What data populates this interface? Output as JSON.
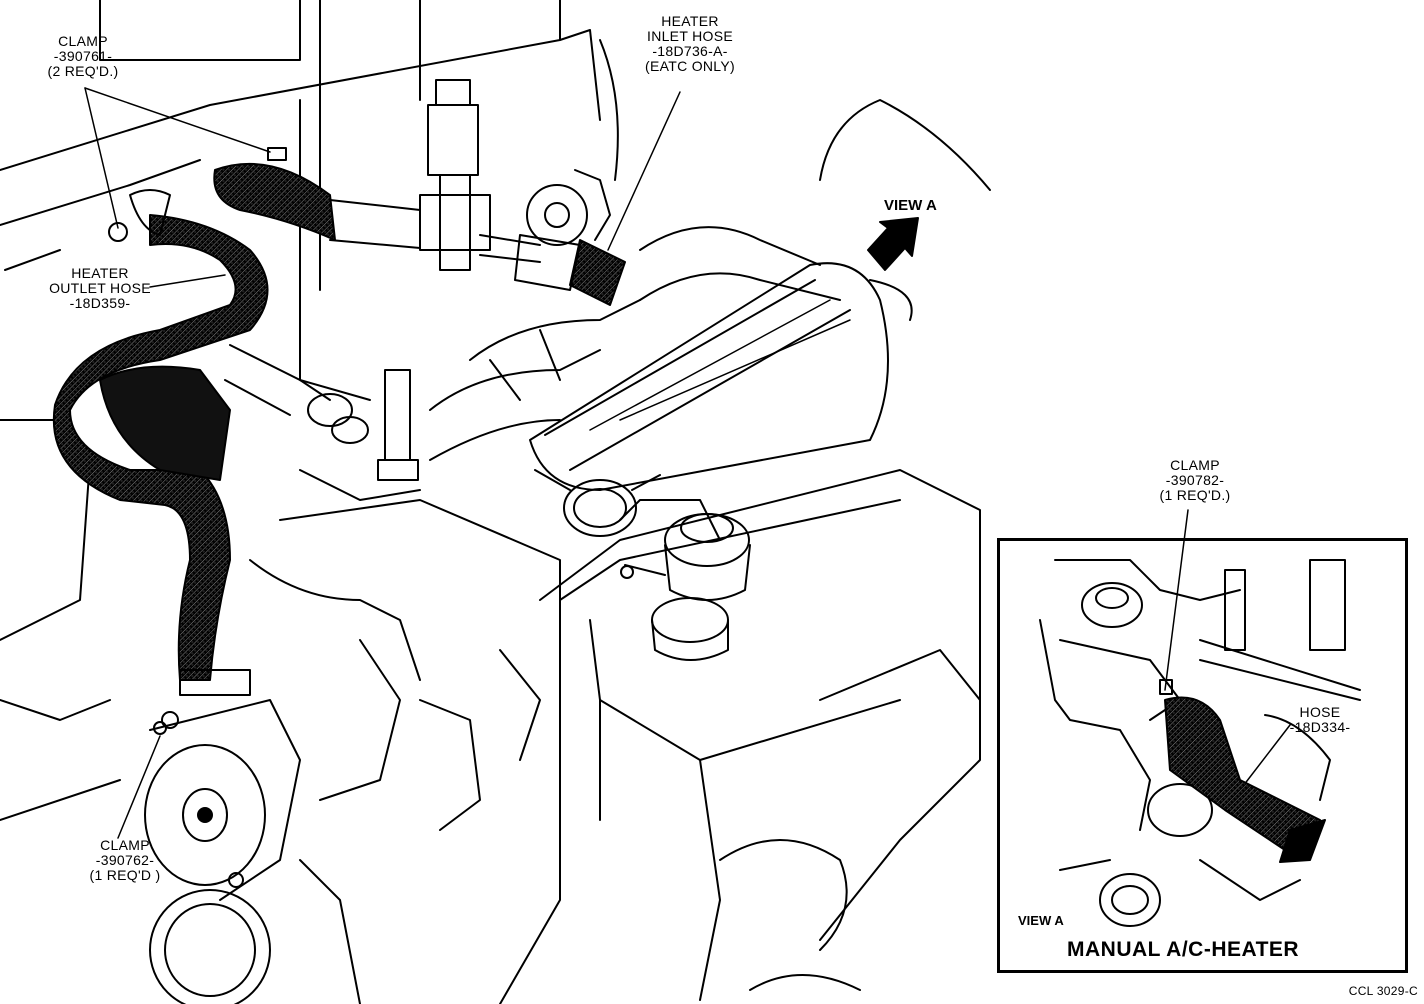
{
  "labels": {
    "clamp_top_left": "CLAMP\n-390761-\n(2 REQ'D.)",
    "heater_inlet_hose": "HEATER\nINLET HOSE\n-18D736-A-\n(EATC ONLY)",
    "view_a_arrow": "VIEW A",
    "heater_outlet_hose": "HEATER\nOUTLET HOSE\n-18D359-",
    "clamp_bottom_left": "CLAMP\n-390762-\n(1 REQ'D )",
    "clamp_inset": "CLAMP\n-390782-\n(1 REQ'D.)",
    "hose_inset": "HOSE\n-18D334-",
    "view_a_inset": "VIEW A",
    "inset_title": "MANUAL A/C-HEATER",
    "figure_code": "CCL 3029-C"
  }
}
